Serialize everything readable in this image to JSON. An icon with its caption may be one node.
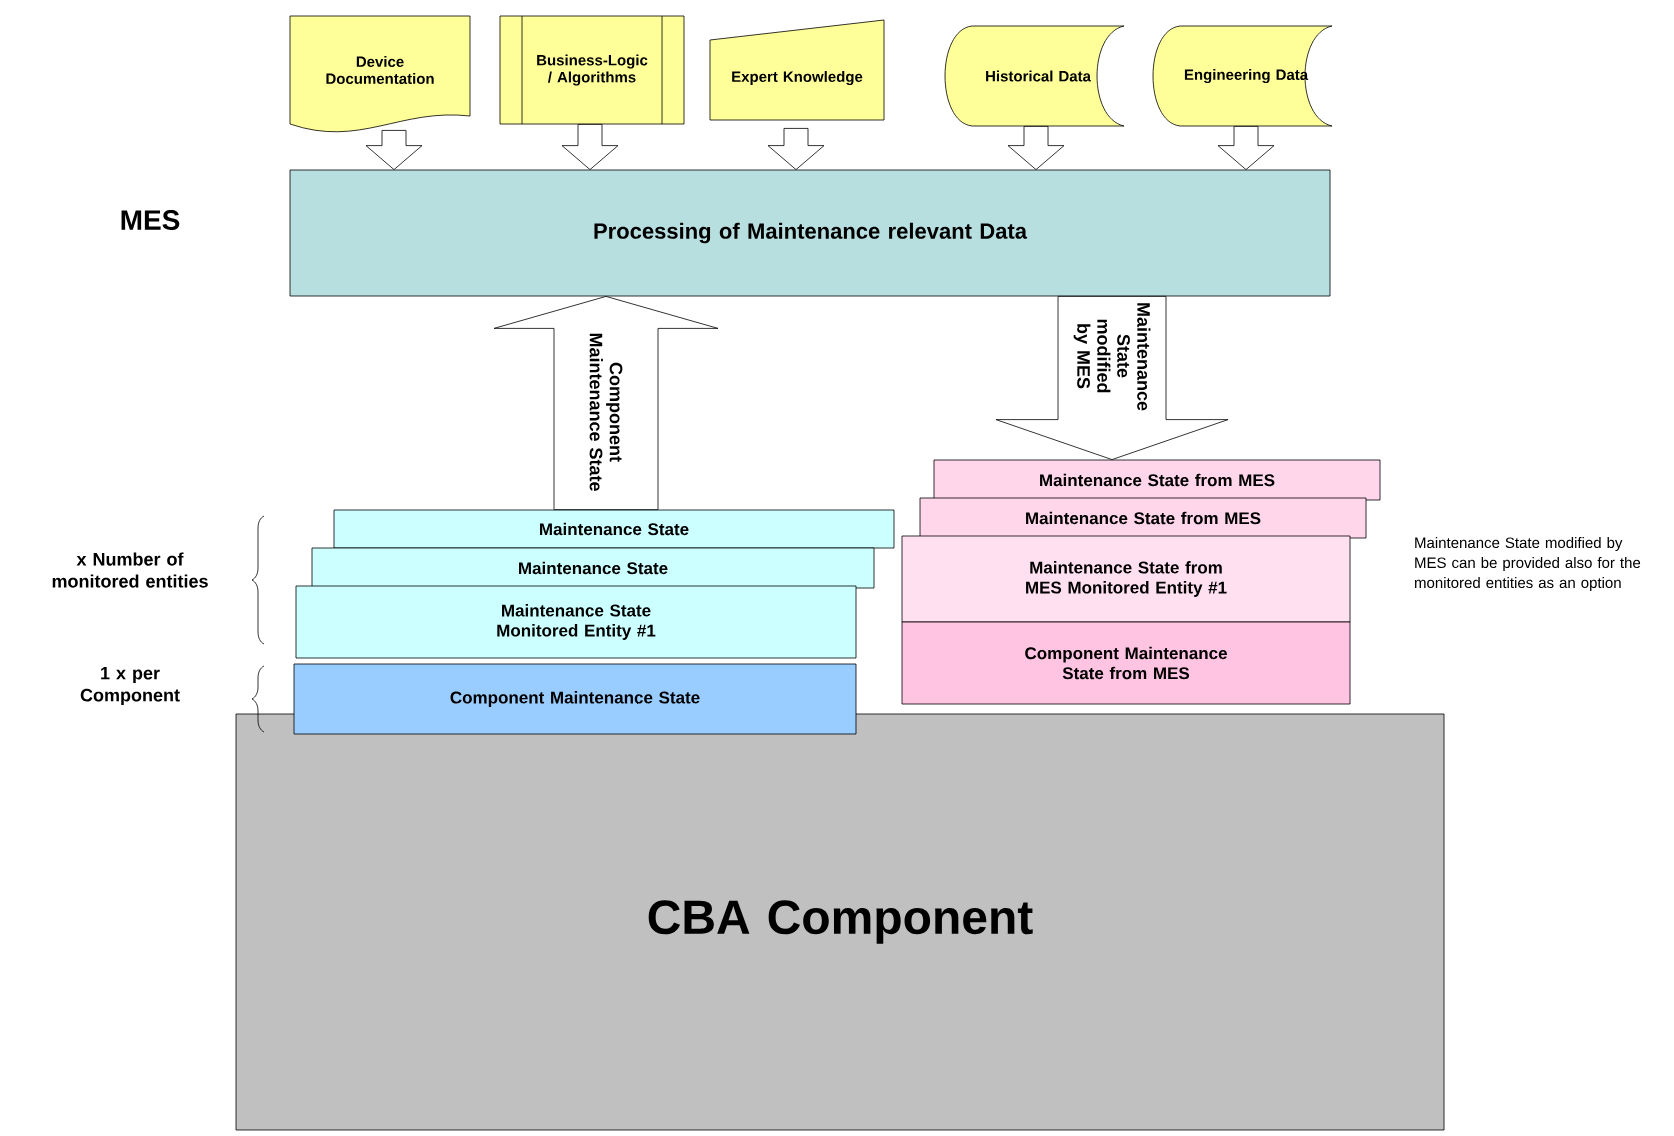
{
  "diagram": {
    "nodes": [
      {
        "text": [
          "Device Documentation"
        ]
      },
      {
        "text": [
          "Business-Logic / Algorithms"
        ]
      },
      {
        "text": [
          "Expert Knowledge"
        ]
      },
      {
        "text": [
          "Historical Data"
        ]
      },
      {
        "text": [
          "Engineering Data"
        ]
      },
      {
        "text": [
          "Processing of Maintenance relevant Data"
        ]
      },
      {
        "text": [
          "Maintenance State"
        ]
      },
      {
        "text": [
          "Maintenance State"
        ]
      },
      {
        "text": [
          "Maintenance State Monitored Entity #1"
        ]
      },
      {
        "text": [
          "Component Maintenance State"
        ]
      },
      {
        "text": [
          "Maintenance State from MES"
        ]
      },
      {
        "text": [
          "Maintenance State from MES"
        ]
      },
      {
        "text": [
          "Maintenance State from MES Monitored Entity #1"
        ]
      },
      {
        "text": [
          "Component Maintenance State from MES"
        ]
      },
      {
        "text": [
          "CBA Component"
        ]
      }
    ],
    "edges": [
      {
        "from": 0,
        "to": 5,
        "arrow": "to"
      },
      {
        "from": 1,
        "to": 5,
        "arrow": "to"
      },
      {
        "from": 2,
        "to": 5,
        "arrow": "to"
      },
      {
        "from": 3,
        "to": 5,
        "arrow": "to"
      },
      {
        "from": 4,
        "to": 5,
        "arrow": "to"
      },
      {
        "from": 6,
        "to": 5,
        "arrow": "to",
        "label": "Component Maintenance State"
      },
      {
        "from": 5,
        "to": 10,
        "arrow": "to",
        "label": "Maintenance State modified by MES"
      }
    ],
    "labels": [
      "MES",
      "x Number of monitored entities",
      "1 x per Component",
      "Maintenance State modified by MES can be provided also for the monitored entities as an option"
    ]
  }
}
